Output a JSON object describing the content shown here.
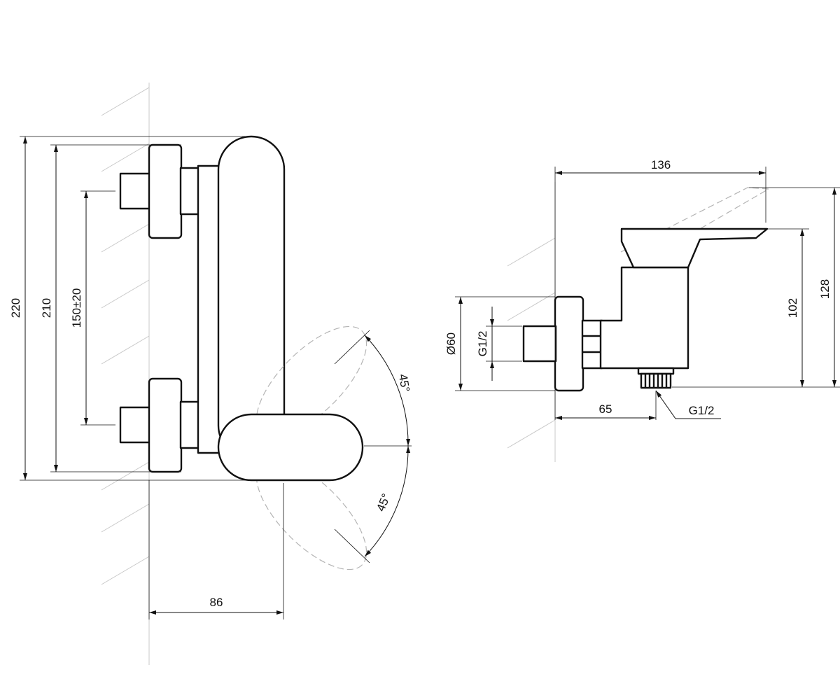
{
  "front_view": {
    "dim_220": "220",
    "dim_210": "210",
    "dim_150": "150±20",
    "dim_86": "86",
    "angle_upper": "45°",
    "angle_lower": "45°"
  },
  "side_view": {
    "dim_136": "136",
    "dim_128": "128",
    "dim_102": "102",
    "dim_d60": "Ø60",
    "dim_g12_inlet": "G1/2",
    "dim_65": "65",
    "dim_g12_outlet": "G1/2"
  },
  "colors": {
    "line": "#111111",
    "wall_hatch": "#c8c8c8",
    "hidden": "#b4b4b4",
    "background": "#ffffff"
  }
}
